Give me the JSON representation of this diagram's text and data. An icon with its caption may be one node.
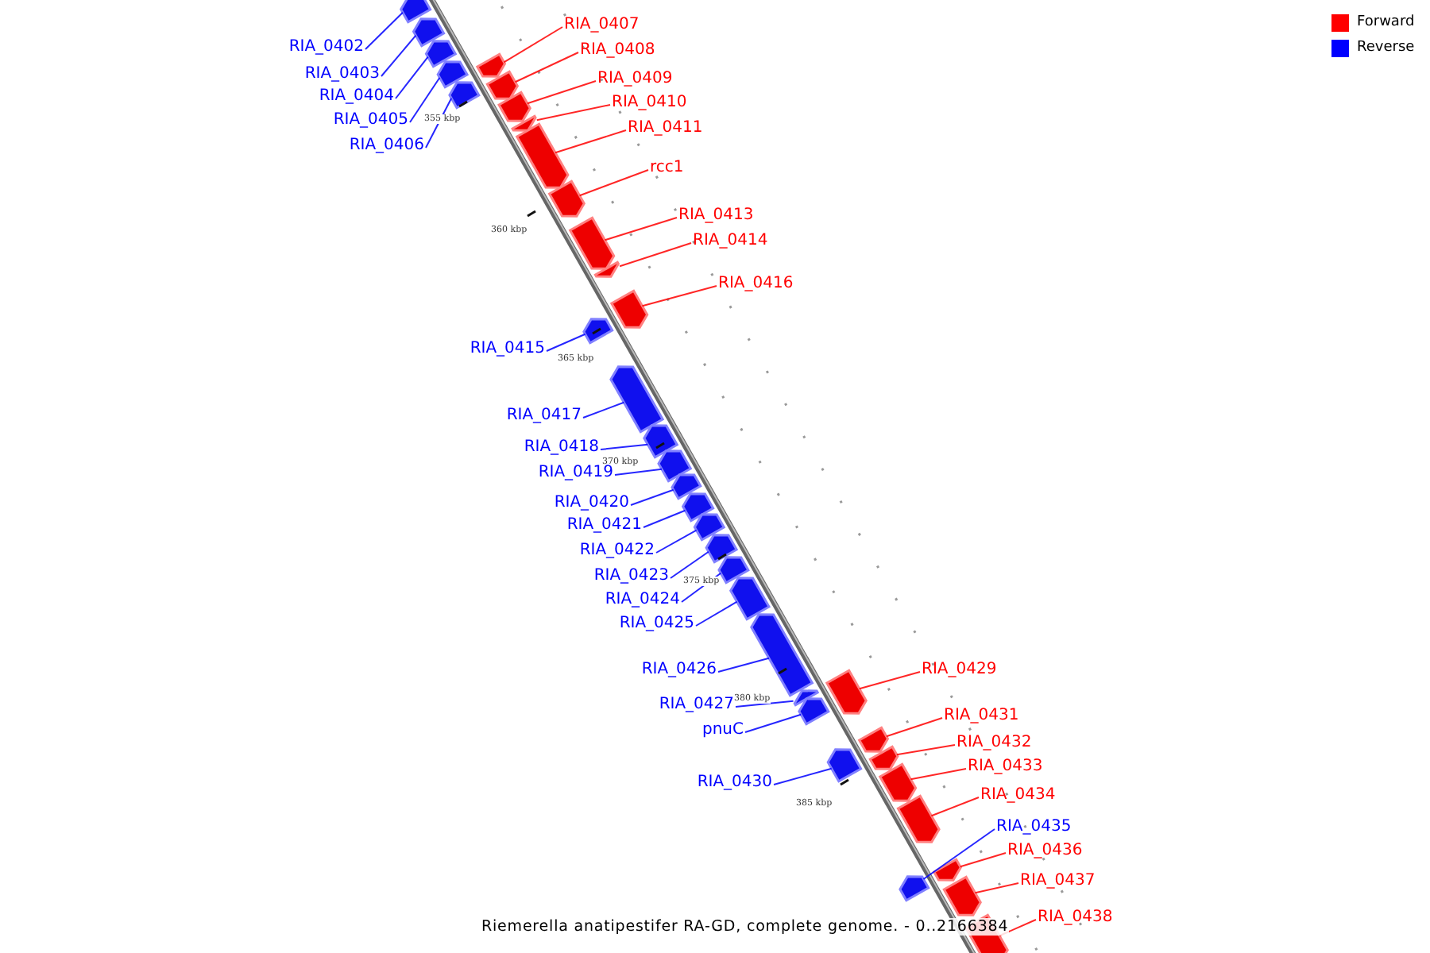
{
  "diagram": {
    "caption": "Riemerella anatipestifer RA-GD, complete genome. - 0..2166384",
    "nodes": [
      {
        "text": [
          "RIA_0402"
        ]
      },
      {
        "text": [
          "RIA_0403"
        ]
      },
      {
        "text": [
          "RIA_0404"
        ]
      },
      {
        "text": [
          "RIA_0405"
        ]
      },
      {
        "text": [
          "RIA_0406"
        ]
      },
      {
        "text": [
          "RIA_0407"
        ]
      },
      {
        "text": [
          "RIA_0408"
        ]
      },
      {
        "text": [
          "RIA_0409"
        ]
      },
      {
        "text": [
          "RIA_0410"
        ]
      },
      {
        "text": [
          "RIA_0411"
        ]
      },
      {
        "text": [
          "rcc1"
        ]
      },
      {
        "text": [
          "RIA_0413"
        ]
      },
      {
        "text": [
          "RIA_0414"
        ]
      },
      {
        "text": [
          "RIA_0416"
        ]
      },
      {
        "text": [
          "RIA_0415"
        ]
      },
      {
        "text": [
          "RIA_0417"
        ]
      },
      {
        "text": [
          "RIA_0418"
        ]
      },
      {
        "text": [
          "RIA_0419"
        ]
      },
      {
        "text": [
          "RIA_0420"
        ]
      },
      {
        "text": [
          "RIA_0421"
        ]
      },
      {
        "text": [
          "RIA_0422"
        ]
      },
      {
        "text": [
          "RIA_0423"
        ]
      },
      {
        "text": [
          "RIA_0424"
        ]
      },
      {
        "text": [
          "RIA_0425"
        ]
      },
      {
        "text": [
          "RIA_0426"
        ]
      },
      {
        "text": [
          "RIA_0429"
        ]
      },
      {
        "text": [
          "RIA_0427"
        ]
      },
      {
        "text": [
          "pnuC"
        ]
      },
      {
        "text": [
          "RIA_0431"
        ]
      },
      {
        "text": [
          "RIA_0432"
        ]
      },
      {
        "text": [
          "RIA_0433"
        ]
      },
      {
        "text": [
          "RIA_0430"
        ]
      },
      {
        "text": [
          "RIA_0434"
        ]
      },
      {
        "text": [
          "RIA_0435"
        ]
      },
      {
        "text": [
          "RIA_0436"
        ]
      },
      {
        "text": [
          "RIA_0437"
        ]
      },
      {
        "text": [
          "RIA_0438"
        ]
      },
      {
        "text": [],
        "shape": "arrow"
      },
      {
        "text": [],
        "shape": "arrow"
      },
      {
        "text": [],
        "shape": "arrow"
      },
      {
        "text": [],
        "shape": "arrow"
      },
      {
        "text": [],
        "shape": "arrow"
      },
      {
        "text": [],
        "shape": "arrow"
      },
      {
        "text": [],
        "shape": "arrow"
      },
      {
        "text": [],
        "shape": "arrow"
      },
      {
        "text": [],
        "shape": "arrow"
      },
      {
        "text": [],
        "shape": "arrow"
      },
      {
        "text": [],
        "shape": "arrow"
      },
      {
        "text": [],
        "shape": "arrow"
      },
      {
        "text": [],
        "shape": "arrow"
      },
      {
        "text": [],
        "shape": "arrow"
      },
      {
        "text": [],
        "shape": "arrow"
      },
      {
        "text": [],
        "shape": "arrow"
      },
      {
        "text": [],
        "shape": "arrow"
      },
      {
        "text": [],
        "shape": "arrow"
      },
      {
        "text": [],
        "shape": "arrow"
      },
      {
        "text": [],
        "shape": "arrow"
      },
      {
        "text": [],
        "shape": "arrow"
      },
      {
        "text": [],
        "shape": "arrow"
      },
      {
        "text": [],
        "shape": "arrow"
      },
      {
        "text": [],
        "shape": "arrow"
      },
      {
        "text": [],
        "shape": "arrow"
      },
      {
        "text": [],
        "shape": "arrow"
      },
      {
        "text": [],
        "shape": "arrow"
      },
      {
        "text": [],
        "shape": "arrow"
      },
      {
        "text": [],
        "shape": "arrow"
      },
      {
        "text": [],
        "shape": "arrow"
      },
      {
        "text": [],
        "shape": "arrow"
      },
      {
        "text": [],
        "shape": "arrow"
      },
      {
        "text": [],
        "shape": "arrow"
      },
      {
        "text": [],
        "shape": "arrow"
      },
      {
        "text": [],
        "shape": "arrow"
      },
      {
        "text": [],
        "shape": "arrow"
      },
      {
        "text": [],
        "shape": "arrow"
      }
    ],
    "edges": [
      {
        "from": 0,
        "to": 37,
        "arrow": "none"
      },
      {
        "from": 1,
        "to": 38,
        "arrow": "none"
      },
      {
        "from": 2,
        "to": 39,
        "arrow": "none"
      },
      {
        "from": 3,
        "to": 40,
        "arrow": "none"
      },
      {
        "from": 4,
        "to": 42,
        "arrow": "none"
      },
      {
        "from": 5,
        "to": 41,
        "arrow": "none",
        "color": "#ff0000"
      },
      {
        "from": 6,
        "to": 43,
        "arrow": "none",
        "color": "#ff0000"
      },
      {
        "from": 7,
        "to": 44,
        "arrow": "none",
        "color": "#ff0000"
      },
      {
        "from": 8,
        "to": 45,
        "arrow": "none",
        "color": "#ff0000"
      },
      {
        "from": 9,
        "to": 46,
        "arrow": "none",
        "color": "#ff0000"
      },
      {
        "from": 10,
        "to": 47,
        "arrow": "none",
        "color": "#ff0000"
      },
      {
        "from": 11,
        "to": 48,
        "arrow": "none",
        "color": "#ff0000"
      },
      {
        "from": 12,
        "to": 49,
        "arrow": "none",
        "color": "#ff0000"
      },
      {
        "from": 13,
        "to": 50,
        "arrow": "none",
        "color": "#ff0000"
      },
      {
        "from": 14,
        "to": 51,
        "arrow": "none"
      },
      {
        "from": 15,
        "to": 52,
        "arrow": "none"
      },
      {
        "from": 16,
        "to": 53,
        "arrow": "none"
      },
      {
        "from": 17,
        "to": 54,
        "arrow": "none"
      },
      {
        "from": 18,
        "to": 55,
        "arrow": "none"
      },
      {
        "from": 19,
        "to": 56,
        "arrow": "none"
      },
      {
        "from": 20,
        "to": 57,
        "arrow": "none"
      },
      {
        "from": 21,
        "to": 58,
        "arrow": "none"
      },
      {
        "from": 22,
        "to": 59,
        "arrow": "none"
      },
      {
        "from": 23,
        "to": 60,
        "arrow": "none"
      },
      {
        "from": 24,
        "to": 61,
        "arrow": "none"
      },
      {
        "from": 25,
        "to": 63,
        "arrow": "none",
        "color": "#ff0000"
      },
      {
        "from": 26,
        "to": 62,
        "arrow": "none"
      },
      {
        "from": 27,
        "to": 64,
        "arrow": "none"
      },
      {
        "from": 28,
        "to": 66,
        "arrow": "none",
        "color": "#ff0000"
      },
      {
        "from": 29,
        "to": 67,
        "arrow": "none",
        "color": "#ff0000"
      },
      {
        "from": 30,
        "to": 68,
        "arrow": "none",
        "color": "#ff0000"
      },
      {
        "from": 31,
        "to": 65,
        "arrow": "none"
      },
      {
        "from": 32,
        "to": 69,
        "arrow": "none",
        "color": "#ff0000"
      },
      {
        "from": 33,
        "to": 70,
        "arrow": "none"
      },
      {
        "from": 34,
        "to": 71,
        "arrow": "none",
        "color": "#ff0000"
      },
      {
        "from": 35,
        "to": 72,
        "arrow": "none",
        "color": "#ff0000"
      },
      {
        "from": 36,
        "to": 73,
        "arrow": "none",
        "color": "#ff0000"
      }
    ],
    "labels": [
      "355 kbp",
      "360 kbp",
      "365 kbp",
      "370 kbp",
      "375 kbp",
      "380 kbp",
      "385 kbp"
    ],
    "legend": [
      {
        "text": "Forward",
        "color": "#ff0000"
      },
      {
        "text": "Reverse",
        "color": "#0000ff"
      }
    ]
  }
}
